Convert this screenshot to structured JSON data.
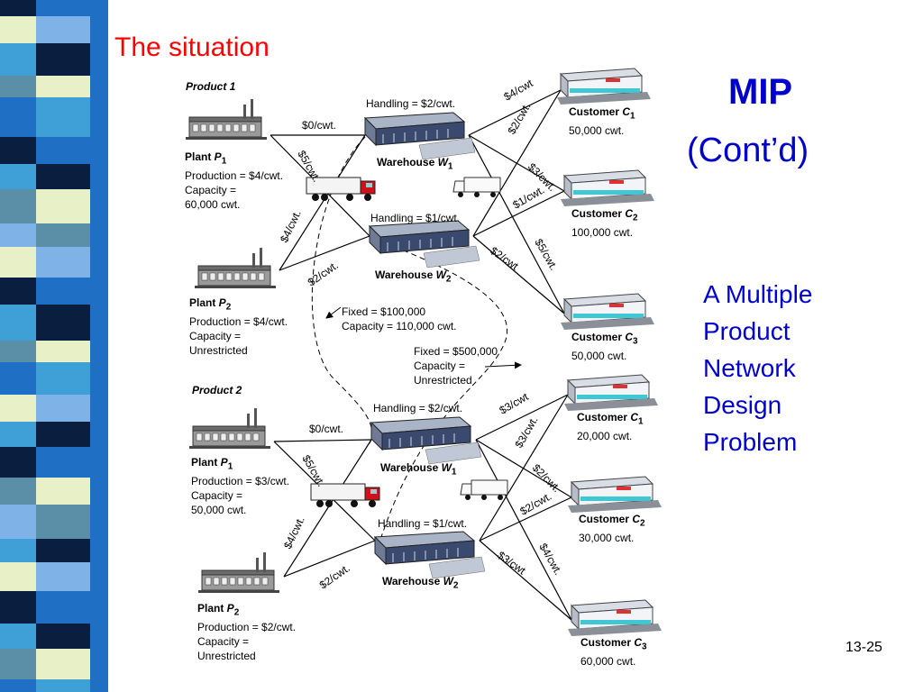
{
  "slide": {
    "title": "The situation",
    "heading": "MIP",
    "heading_sub": "(Cont’d)",
    "subtitle_lines": [
      "A Multiple",
      "Product",
      "Network",
      "Design",
      "Problem"
    ],
    "page_number": "13-25"
  },
  "colors": {
    "title": "#ff0000",
    "heading": "#0000cc",
    "strip": [
      "#1f6fc4",
      "#7fb2e6",
      "#0a1f40",
      "#e8f0c8",
      "#3fa0d8",
      "#5b8fa8"
    ]
  },
  "product1": {
    "label": "Product 1",
    "plant1": {
      "name": "Plant ",
      "sub": "1",
      "var": "P",
      "lines": [
        "Production = $4/cwt.",
        "Capacity =",
        "60,000 cwt."
      ]
    },
    "plant2": {
      "name": "Plant ",
      "sub": "2",
      "var": "P",
      "lines": [
        "Production = $4/cwt.",
        "Capacity =",
        "Unrestricted"
      ]
    },
    "warehouse1": {
      "name": "Warehouse ",
      "var": "W",
      "sub": "1",
      "handling": "Handling = $2/cwt."
    },
    "warehouse2": {
      "name": "Warehouse ",
      "var": "W",
      "sub": "2",
      "handling": "Handling = $1/cwt."
    },
    "customer1": {
      "name": "Customer ",
      "var": "C",
      "sub": "1",
      "demand": "50,000 cwt."
    },
    "customer2": {
      "name": "Customer ",
      "var": "C",
      "sub": "2",
      "demand": "100,000 cwt."
    },
    "customer3": {
      "name": "Customer ",
      "var": "C",
      "sub": "3",
      "demand": "50,000 cwt."
    },
    "costs": {
      "p1w1": "$0/cwt.",
      "p1w2": "$5/cwt.",
      "p2w1": "$4/cwt.",
      "p2w2": "$2/cwt.",
      "w1c1": "$4/cwt",
      "w1c2": "$3/cwt.",
      "w1c3": "$5/cwt.",
      "w2c1": "$2/cwt.",
      "w2c2": "$1/cwt.",
      "w2c3": "$2/cwt"
    }
  },
  "product2": {
    "label": "Product 2",
    "plant1": {
      "name": "Plant ",
      "sub": "1",
      "var": "P",
      "lines": [
        "Production = $3/cwt.",
        "Capacity =",
        "50,000 cwt."
      ]
    },
    "plant2": {
      "name": "Plant ",
      "sub": "2",
      "var": "P",
      "lines": [
        "Production = $2/cwt.",
        "Capacity =",
        "Unrestricted"
      ]
    },
    "warehouse1": {
      "name": "Warehouse ",
      "var": "W",
      "sub": "1",
      "handling": "Handling = $2/cwt."
    },
    "warehouse2": {
      "name": "Warehouse ",
      "var": "W",
      "sub": "2",
      "handling": "Handling = $1/cwt."
    },
    "customer1": {
      "name": "Customer ",
      "var": "C",
      "sub": "1",
      "demand": "20,000 cwt."
    },
    "customer2": {
      "name": "Customer ",
      "var": "C",
      "sub": "2",
      "demand": "30,000 cwt."
    },
    "customer3": {
      "name": "Customer ",
      "var": "C",
      "sub": "3",
      "demand": "60,000 cwt."
    },
    "costs": {
      "p1w1": "$0/cwt.",
      "p1w2": "$5/cwt.",
      "p2w1": "$4/cwt.",
      "p2w2": "$2/cwt.",
      "w1c1": "$3/cwt",
      "w1c2": "$2/cwt.",
      "w1c3": "$4/cwt.",
      "w2c1": "$3/cwt.",
      "w2c2": "$2/cwt.",
      "w2c3": "$3/cwt"
    }
  },
  "fixed_w1": {
    "lines": [
      "Fixed = $100,000",
      "Capacity = 110,000 cwt."
    ]
  },
  "fixed_w2": {
    "lines": [
      "Fixed = $500,000",
      "Capacity =",
      "Unrestricted"
    ]
  }
}
